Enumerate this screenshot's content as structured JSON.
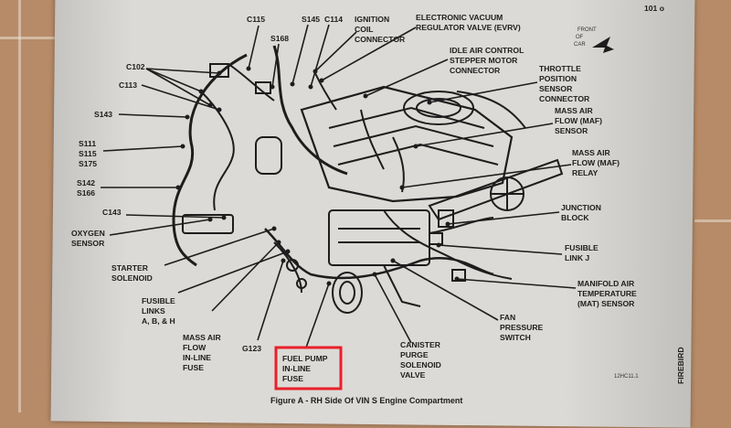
{
  "caption": "Figure A - RH Side Of VIN S Engine Compartment",
  "figure_code": "12HC11.1",
  "page_edge_top": "101 o",
  "page_edge_side": "FIREBIRD",
  "front_of_car": [
    "FRONT",
    "OF",
    "CAR"
  ],
  "labels": {
    "c115": "C115",
    "s145": "S145",
    "c114": "C114",
    "s168": "S168",
    "ignition_coil": [
      "IGNITION",
      "COIL",
      "CONNECTOR"
    ],
    "evrv": [
      "ELECTRONIC VACUUM",
      "REGULATOR VALVE (EVRV)"
    ],
    "iac": [
      "IDLE AIR CONTROL",
      "STEPPER MOTOR",
      "CONNECTOR"
    ],
    "tps": [
      "THROTTLE",
      "POSITION",
      "SENSOR",
      "CONNECTOR"
    ],
    "maf_sensor": [
      "MASS AIR",
      "FLOW (MAF)",
      "SENSOR"
    ],
    "maf_relay": [
      "MASS AIR",
      "FLOW (MAF)",
      "RELAY"
    ],
    "junction_block": [
      "JUNCTION",
      "BLOCK"
    ],
    "fusible_link_j": [
      "FUSIBLE",
      "LINK J"
    ],
    "mat_sensor": [
      "MANIFOLD AIR",
      "TEMPERATURE",
      "(MAT) SENSOR"
    ],
    "fan_switch": [
      "FAN",
      "PRESSURE",
      "SWITCH"
    ],
    "canister": [
      "CANISTER",
      "PURGE",
      "SOLENOID",
      "VALVE"
    ],
    "fuel_pump_fuse": [
      "FUEL PUMP",
      "IN-LINE",
      "FUSE"
    ],
    "g123": "G123",
    "maf_fuse": [
      "MASS AIR",
      "FLOW",
      "IN-LINE",
      "FUSE"
    ],
    "fusible_links_abh": [
      "FUSIBLE",
      "LINKS",
      "A, B, & H"
    ],
    "starter": [
      "STARTER",
      "SOLENOID"
    ],
    "oxygen": [
      "OXYGEN",
      "SENSOR"
    ],
    "c143": "C143",
    "s142": [
      "S142",
      "S166"
    ],
    "s111": [
      "S111",
      "S115",
      "S175"
    ],
    "s143": "S143",
    "c113": "C113",
    "c102": "C102"
  },
  "highlight_color": "#e8202a"
}
